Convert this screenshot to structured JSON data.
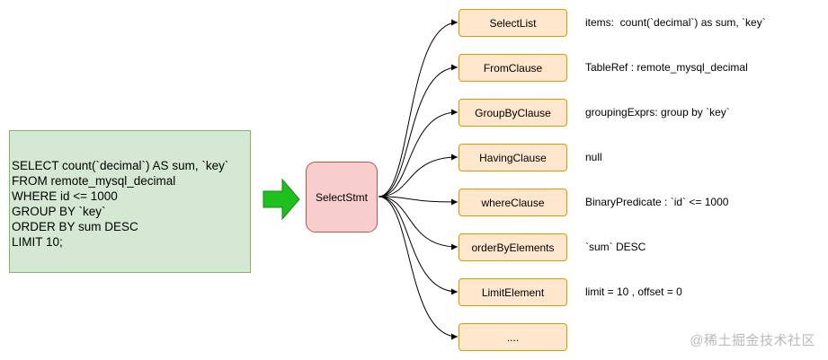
{
  "sql": {
    "lines": [
      "SELECT count(`decimal`) AS sum, `key`",
      "FROM remote_mysql_decimal",
      "WHERE id <= 1000",
      "GROUP BY `key`",
      "ORDER BY sum DESC",
      "LIMIT 10;"
    ]
  },
  "root": {
    "label": "SelectStmt"
  },
  "nodes": [
    {
      "label": "SelectList",
      "desc": "items:  count(`decimal`) as sum, `key`"
    },
    {
      "label": "FromClause",
      "desc": "TableRef : remote_mysql_decimal"
    },
    {
      "label": "GroupByClause",
      "desc": "groupingExprs: group by `key`"
    },
    {
      "label": "HavingClause",
      "desc": "null"
    },
    {
      "label": "whereClause",
      "desc": "BinaryPredicate : `id` <= 1000"
    },
    {
      "label": "orderByElements",
      "desc": "`sum` DESC"
    },
    {
      "label": "LimitElement",
      "desc": "limit = 10 , offset = 0"
    },
    {
      "label": "....",
      "desc": ""
    }
  ],
  "watermark": "@稀土掘金技术社区",
  "colors": {
    "sql_fill": "#d5e8d4",
    "sql_stroke": "#82b366",
    "root_fill": "#f8cecc",
    "root_stroke": "#b85450",
    "node_fill": "#ffe6cc",
    "node_stroke": "#d79b00",
    "arrow_fill": "#1fbf1f"
  }
}
